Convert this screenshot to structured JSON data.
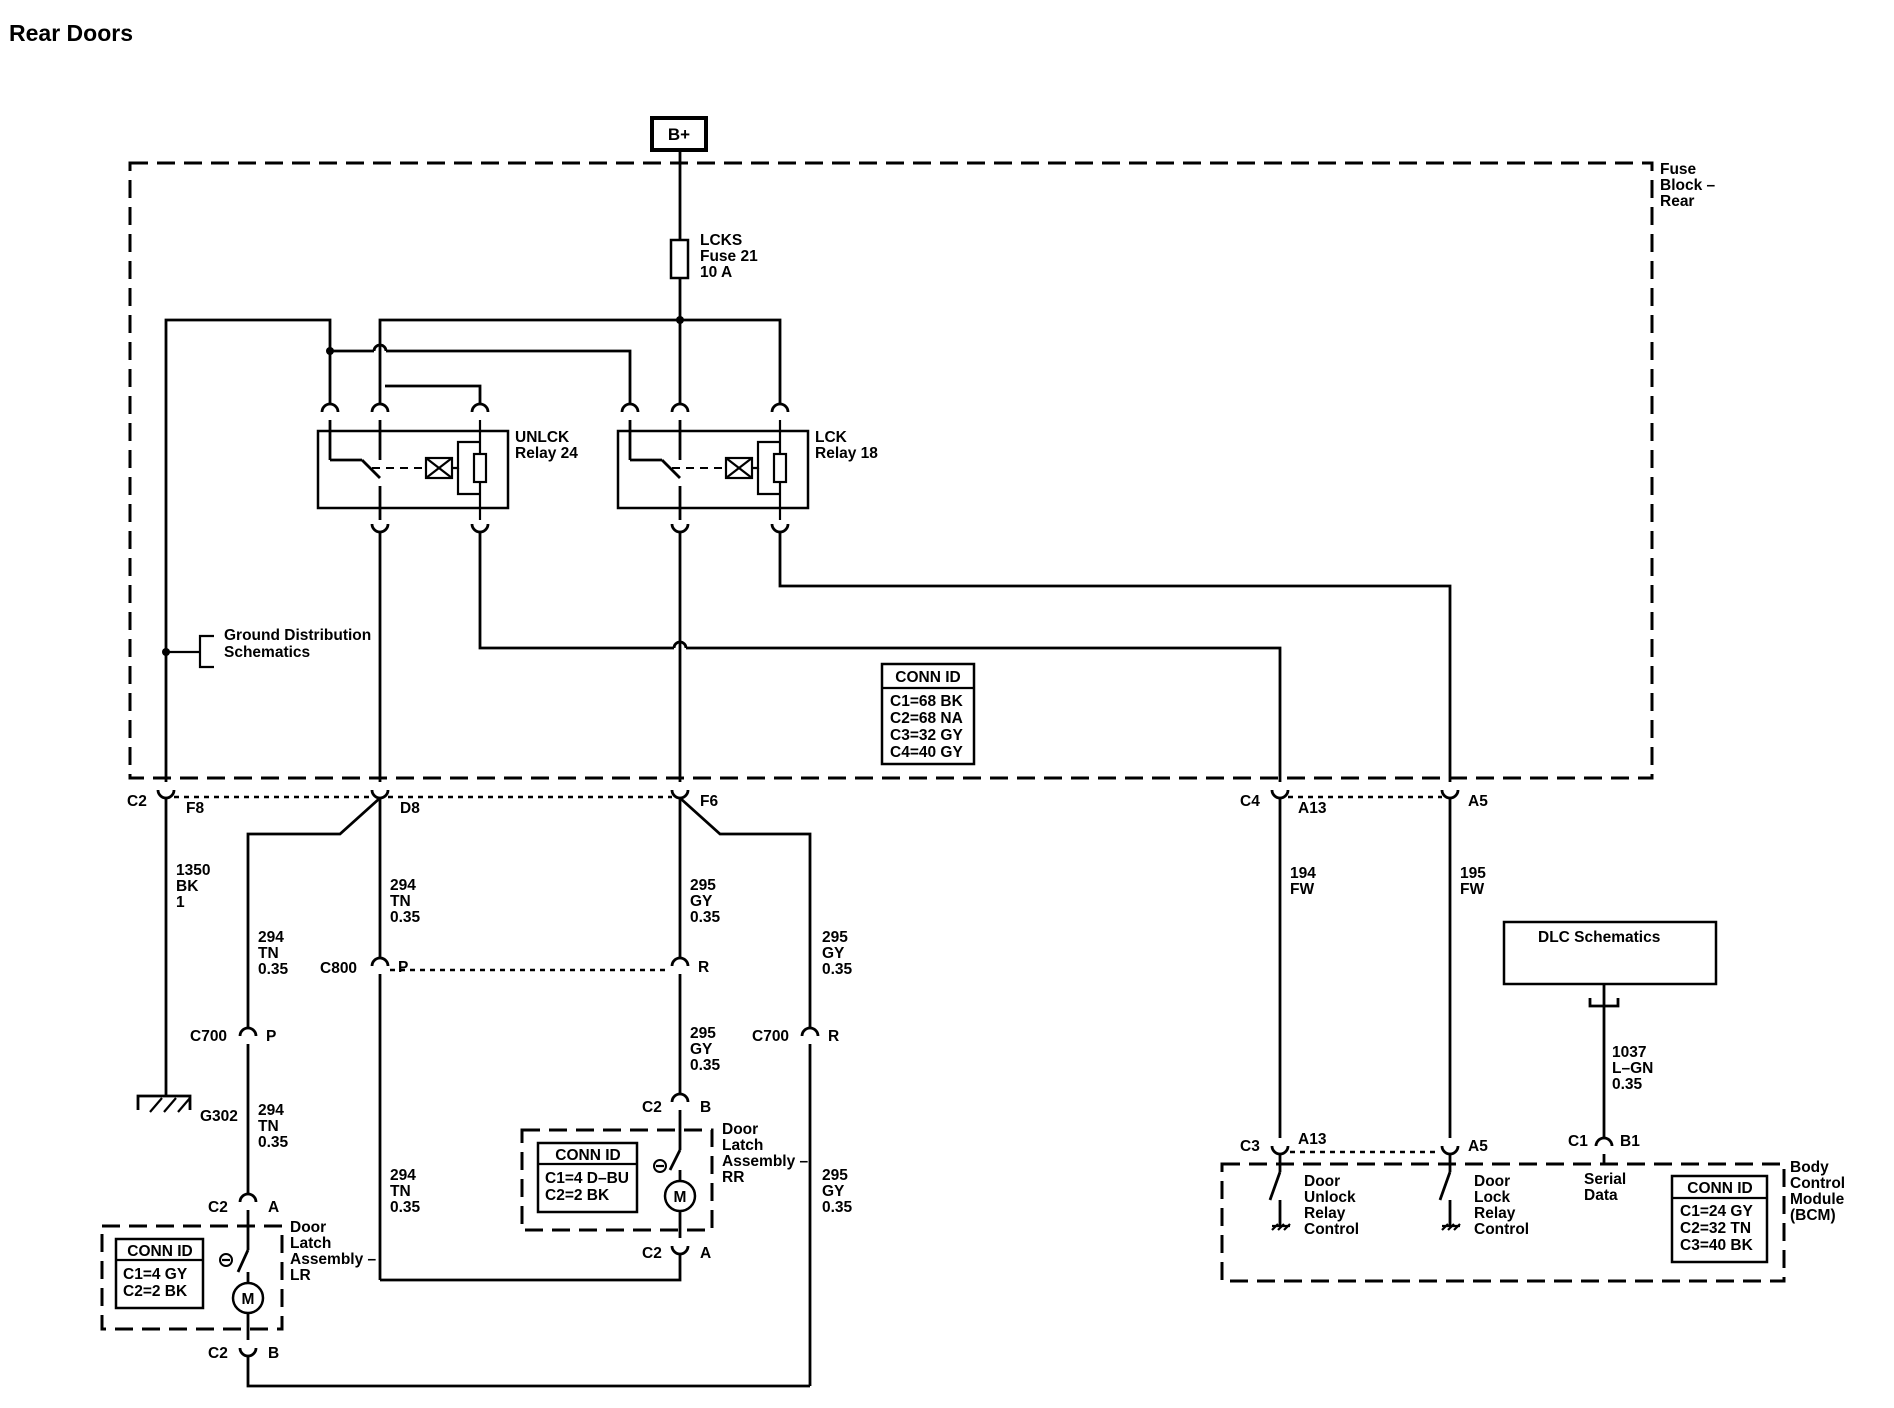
{
  "title": "Rear Doors",
  "power": {
    "label": "B+"
  },
  "fuse_block": {
    "name": [
      "Fuse",
      "Block –",
      "Rear"
    ],
    "fuse": [
      "LCKS",
      "Fuse 21",
      "10 A"
    ],
    "conn_id": {
      "header": "CONN ID",
      "rows": [
        "C1=68 BK",
        "C2=68 NA",
        "C3=32 GY",
        "C4=40 GY"
      ]
    }
  },
  "relays": {
    "unlock": [
      "UNLCK",
      "Relay 24"
    ],
    "lock": [
      "LCK",
      "Relay 18"
    ]
  },
  "ground_ref": [
    "Ground Distribution",
    "Schematics"
  ],
  "connectors": {
    "c2_f8": {
      "conn": "C2",
      "pin": "F8"
    },
    "d8": {
      "pin": "D8"
    },
    "f6": {
      "pin": "F6"
    },
    "c4_a13": {
      "conn": "C4",
      "pin": "A13"
    },
    "a5_top": {
      "pin": "A5"
    },
    "c800_p": {
      "conn": "C800",
      "pin": "P"
    },
    "c800_r": {
      "pin": "R"
    },
    "c700_p": {
      "conn": "C700",
      "pin": "P"
    },
    "c700_r": {
      "conn": "C700",
      "pin": "R"
    },
    "lr_a": {
      "conn": "C2",
      "pin": "A"
    },
    "lr_b": {
      "conn": "C2",
      "pin": "B"
    },
    "rr_b": {
      "conn": "C2",
      "pin": "B"
    },
    "rr_a": {
      "conn": "C2",
      "pin": "A"
    },
    "bcm_c3": {
      "conn": "C3",
      "pin": "A13"
    },
    "bcm_a5": {
      "pin": "A5"
    },
    "bcm_c1": {
      "conn": "C1",
      "pin": "B1"
    }
  },
  "wires": {
    "w1350": [
      "1350",
      "BK",
      "1"
    ],
    "w294_left_top": [
      "294",
      "TN",
      "0.35"
    ],
    "w294_left_mid": [
      "294",
      "TN",
      "0.35"
    ],
    "w294_mid_top": [
      "294",
      "TN",
      "0.35"
    ],
    "w294_mid_low": [
      "294",
      "TN",
      "0.35"
    ],
    "w295_mid_top": [
      "295",
      "GY",
      "0.35"
    ],
    "w295_mid_low": [
      "295",
      "GY",
      "0.35"
    ],
    "w295_right_top": [
      "295",
      "GY",
      "0.35"
    ],
    "w295_right_low": [
      "295",
      "GY",
      "0.35"
    ],
    "w194": [
      "194",
      "FW"
    ],
    "w195": [
      "195",
      "FW"
    ],
    "w1037": [
      "1037",
      "L–GN",
      "0.35"
    ]
  },
  "ground": {
    "label": "G302"
  },
  "dlc": {
    "label": "DLC Schematics"
  },
  "door_lr": {
    "name": [
      "Door",
      "Latch",
      "Assembly –",
      "LR"
    ],
    "conn_id": {
      "header": "CONN ID",
      "rows": [
        "C1=4 GY",
        "C2=2 BK"
      ]
    },
    "motor": "M"
  },
  "door_rr": {
    "name": [
      "Door",
      "Latch",
      "Assembly –",
      "RR"
    ],
    "conn_id": {
      "header": "CONN ID",
      "rows": [
        "C1=4 D–BU",
        "C2=2 BK"
      ]
    },
    "motor": "M"
  },
  "bcm": {
    "name": [
      "Body",
      "Control",
      "Module",
      "(BCM)"
    ],
    "unlock_ctrl": [
      "Door",
      "Unlock",
      "Relay",
      "Control"
    ],
    "lock_ctrl": [
      "Door",
      "Lock",
      "Relay",
      "Control"
    ],
    "serial": [
      "Serial",
      "Data"
    ],
    "conn_id": {
      "header": "CONN ID",
      "rows": [
        "C1=24 GY",
        "C2=32 TN",
        "C3=40 BK"
      ]
    }
  }
}
